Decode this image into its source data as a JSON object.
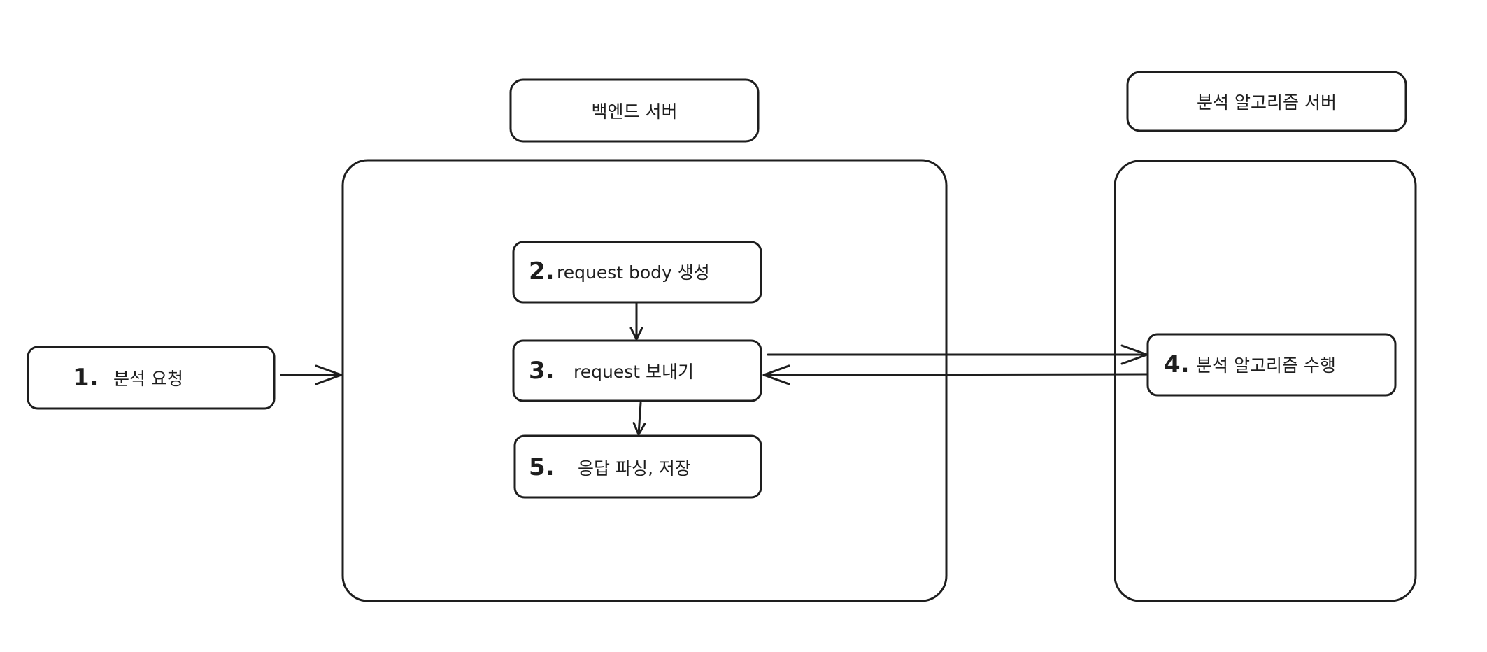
{
  "diagram": {
    "backend_title": "백엔드 서버",
    "algo_title": "분석 알고리즘 서버",
    "steps": [
      {
        "num": "1.",
        "text": "분석 요청"
      },
      {
        "num": "2.",
        "text": "request body 생성"
      },
      {
        "num": "3.",
        "text": "request 보내기"
      },
      {
        "num": "4.",
        "text": "분석 알고리즘 수행"
      },
      {
        "num": "5.",
        "text": "응답 파싱, 저장"
      }
    ]
  },
  "colors": {
    "stroke": "#1e1e1e",
    "background": "#ffffff"
  }
}
